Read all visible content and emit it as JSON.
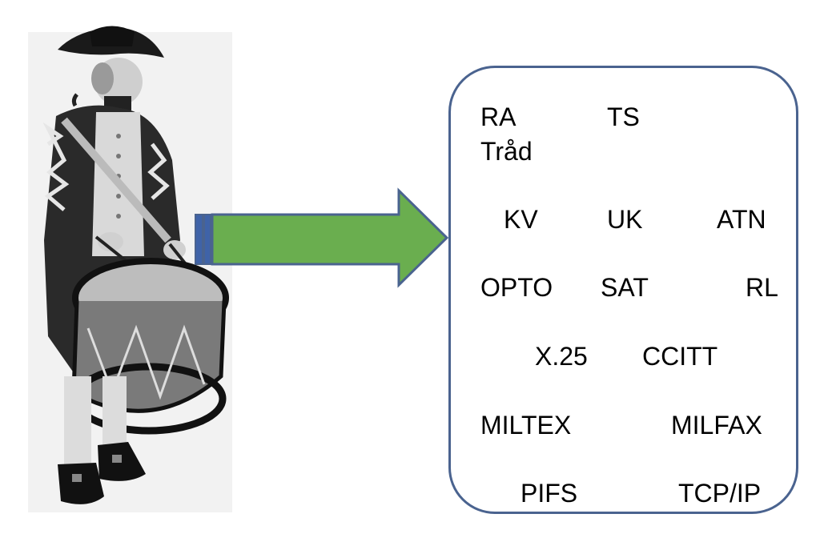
{
  "terms": {
    "ra": "RA",
    "ts": "TS",
    "trad": "Tråd",
    "kv": "KV",
    "uk": "UK",
    "atn": "ATN",
    "opto": "OPTO",
    "sat": "SAT",
    "rl": "RL",
    "x25": "X.25",
    "ccitt": "CCITT",
    "miltex": "MILTEX",
    "milfax": "MILFAX",
    "pifs": "PIFS",
    "tcpip": "TCP/IP"
  },
  "colors": {
    "arrow_fill": "#6aae4f",
    "arrow_stroke": "#4a638f",
    "box_border": "#4a638f"
  },
  "icons": {
    "figure": "drummer-illustration",
    "connector": "right-arrow"
  }
}
